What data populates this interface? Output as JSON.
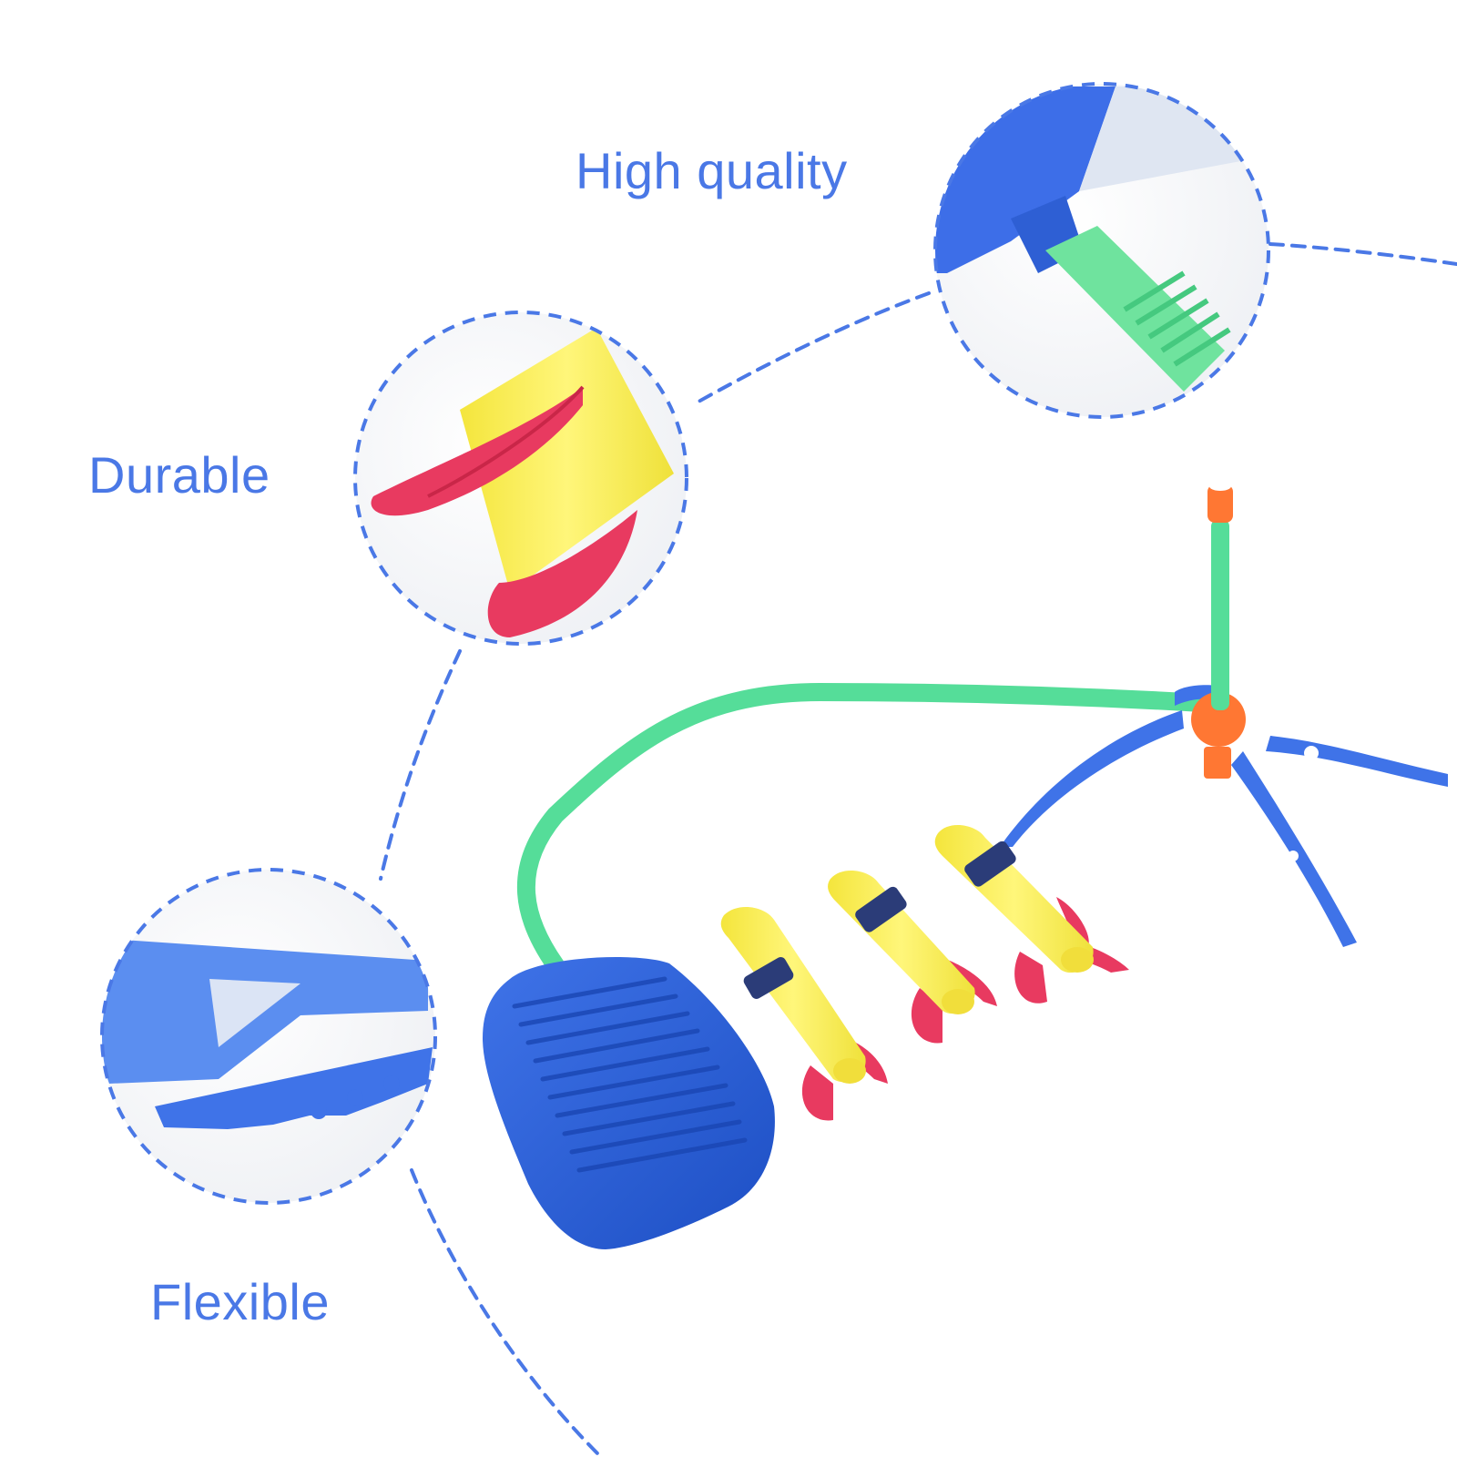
{
  "features": {
    "high_quality": "High quality",
    "durable": "Durable",
    "flexible": "Flexible"
  },
  "colors": {
    "label_text": "#4a78e6",
    "dashed_line": "#4a78e6",
    "launcher_blue": "#2f63d9",
    "hose_green": "#55dd99",
    "foam_yellow": "#fbf25c",
    "fin_red": "#e83a60",
    "hub_orange": "#ff7733"
  }
}
